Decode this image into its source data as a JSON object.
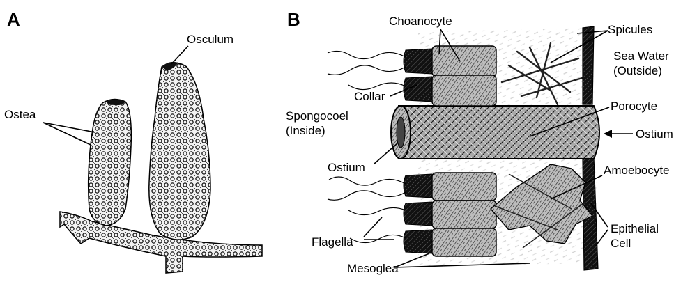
{
  "panels": {
    "a": {
      "letter": "A",
      "labels": {
        "osculum": "Osculum",
        "ostea": "Ostea"
      }
    },
    "b": {
      "letter": "B",
      "labels": {
        "choanocyte": "Choanocyte",
        "spicules": "Spicules",
        "sea_water_1": "Sea Water",
        "sea_water_2": "(Outside)",
        "collar": "Collar",
        "porocyte": "Porocyte",
        "spongocoel_1": "Spongocoel",
        "spongocoel_2": "(Inside)",
        "ostium_right": "Ostium",
        "ostium_left": "Ostium",
        "amoebocyte": "Amoebocyte",
        "flagella": "Flagella",
        "epithelial_1": "Epithelial",
        "epithelial_2": "Cell",
        "mesoglea": "Mesoglea"
      }
    }
  }
}
